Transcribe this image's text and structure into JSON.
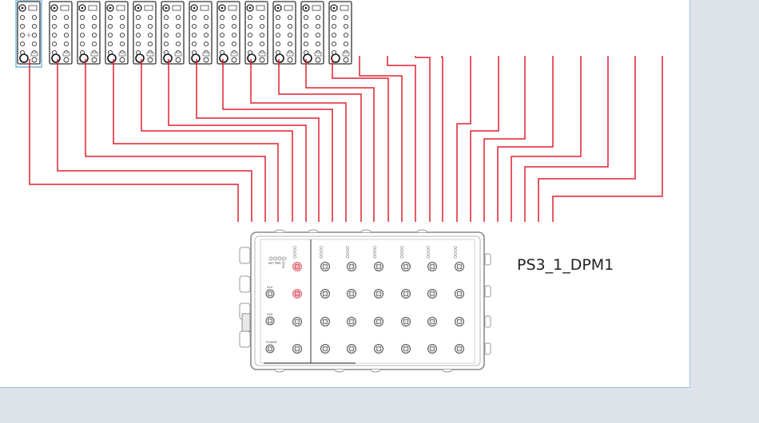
{
  "diagram": {
    "main_device": {
      "name": "PS3_1_DPM1",
      "labels": {
        "net": "NET",
        "pwr": "PWR",
        "fault": "FAULT",
        "x1a": "X1A",
        "x2a": "X2A",
        "power": "POWER"
      }
    },
    "io_block_count": 12,
    "cable_count": 24,
    "colors": {
      "cable": "#e0202e",
      "device_stroke": "#333333",
      "selection": "#5aa6d6",
      "highlight_port": "#f7b6bd",
      "canvas": "#ffffff",
      "background": "#dde3e8"
    }
  }
}
